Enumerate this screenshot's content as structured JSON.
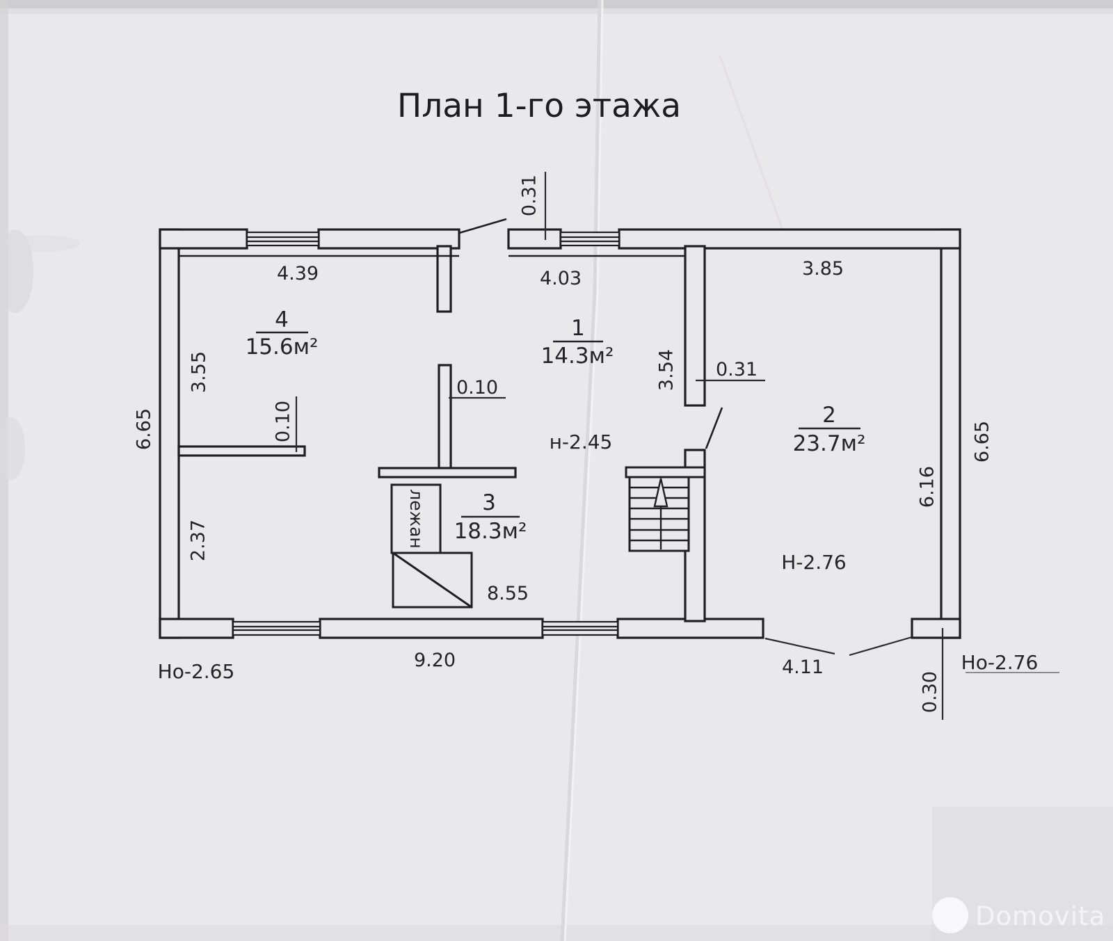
{
  "title": "План 1-го этажа",
  "floor_plan": {
    "rooms": [
      {
        "number": "1",
        "area": "14.3м²"
      },
      {
        "number": "2",
        "area": "23.7м²"
      },
      {
        "number": "3",
        "area": "18.3м²"
      },
      {
        "number": "4",
        "area": "15.6м²"
      }
    ],
    "labels": {
      "stove_bench": "лежан",
      "ceiling_hall": "н-2.45",
      "ceiling_room2": "Н-2.76",
      "height_outer_left": "Но-2.65",
      "height_outer_right": "Но-2.76"
    },
    "dimensions": {
      "top_room4": "4.39",
      "top_room1": "4.03",
      "top_room2": "3.85",
      "wall_top": "0.31",
      "wall_mid": "0.31",
      "partition_left": "0.10",
      "partition_mid": "0.10",
      "left_inner_upper": "3.55",
      "left_outer": "6.65",
      "left_inner_lower": "2.37",
      "mid_vertical": "3.54",
      "right_inner": "6.16",
      "right_outer": "6.65",
      "bottom_left": "9.20",
      "bottom_right": "4.11",
      "bottom_inner": "8.55",
      "bottom_offset": "0.30"
    }
  },
  "watermark": {
    "brand": "Domovita"
  }
}
